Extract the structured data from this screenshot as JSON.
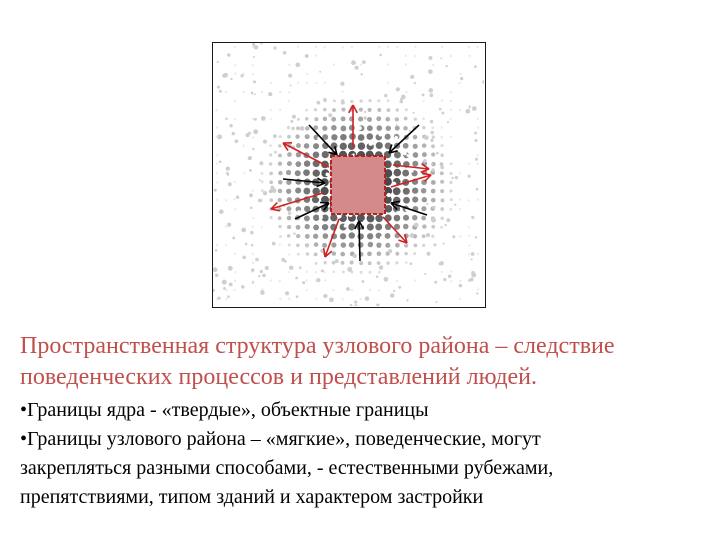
{
  "colors": {
    "heading": "#c0504d",
    "text": "#000000",
    "core_fill": "#d48a8a",
    "core_border": "#b52020",
    "arrow_out": "#d42020",
    "arrow_in": "#000000"
  },
  "figure": {
    "kind": "halftone-density-diagram",
    "icon_core": "core-square",
    "icon_arrows_out": "outward-red-arrows",
    "icon_arrows_in": "inward-black-arrows"
  },
  "heading": {
    "line1": "Пространственная структура узлового района – следствие",
    "line2": "поведенческих процессов и представлений людей."
  },
  "bullets": {
    "mark": "•",
    "item1": {
      "line1": "Границы ядра  - «твердые», объектные границы"
    },
    "item2": {
      "line1": "Границы узлового района – «мягкие», поведенческие, могут",
      "line2": "закрепляться разными способами, - естественными рубежами,",
      "line3": "препятствиями, типом зданий и характером застройки"
    }
  }
}
